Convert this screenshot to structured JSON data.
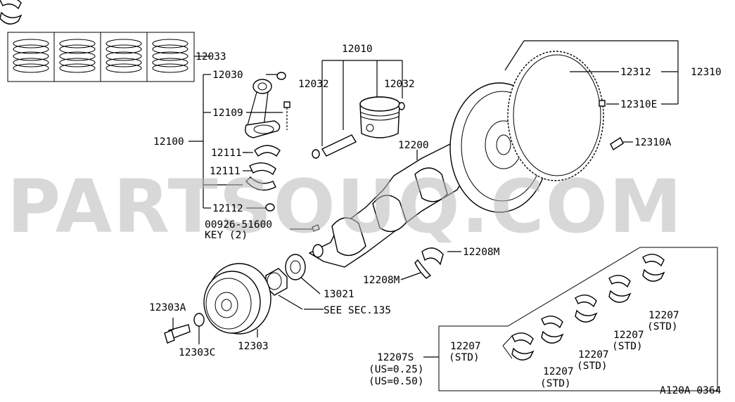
{
  "watermark": "PARTSOUQ.COM",
  "diagram_code": "A120A 0364",
  "labels": {
    "l12033": "12033",
    "l12030": "12030",
    "l12109": "12109",
    "l12100": "12100",
    "l12111a": "12111",
    "l12111b": "12111",
    "l12112": "12112",
    "l00926": "00926-51600",
    "lkey": "KEY (2)",
    "l12010": "12010",
    "l12032a": "12032",
    "l12032b": "12032",
    "l12200": "12200",
    "l12312": "12312",
    "l12310": "12310",
    "l12310e": "12310E",
    "l12310a": "12310A",
    "l12208m_a": "12208M",
    "l12208m_b": "12208M",
    "l13021": "13021",
    "lsee": "SEE SEC.135",
    "l12303a": "12303A",
    "l12303c": "12303C",
    "l12303": "12303",
    "l12207s": "12207S",
    "lus025": "(US=0.25)",
    "lus050": "(US=0.50)",
    "l12207_1": "12207",
    "lstd_1": "(STD)",
    "l12207_2": "12207",
    "lstd_2": "(STD)",
    "l12207_3": "12207",
    "lstd_3": "(STD)",
    "l12207_4": "12207",
    "lstd_4": "(STD)",
    "l12207_5": "12207",
    "lstd_5": "(STD)"
  }
}
